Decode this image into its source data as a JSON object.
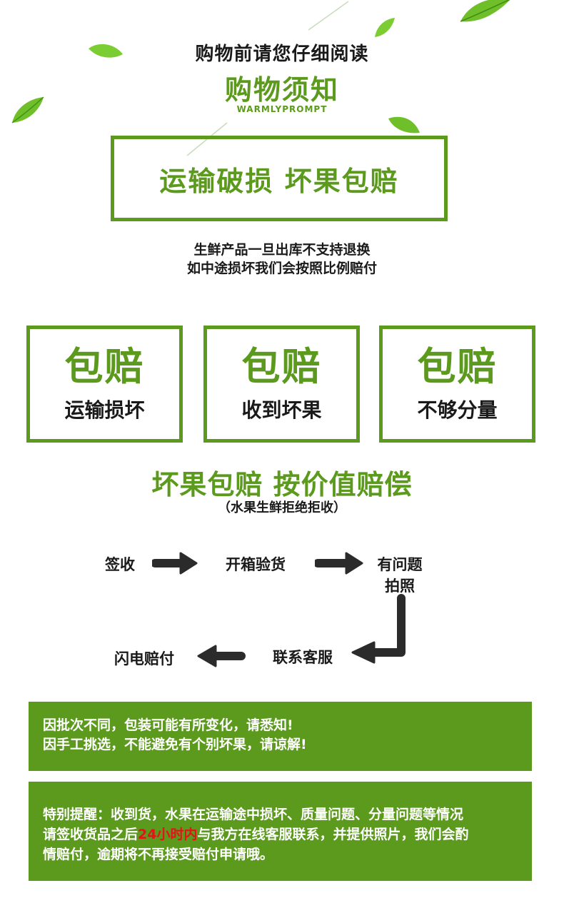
{
  "header": {
    "subtitle": "购物前请您仔细阅读",
    "title": "购物须知",
    "english": "WARMLYPROMPT"
  },
  "hero": {
    "text": "运输破损 坏果包赔"
  },
  "notice": {
    "line1": "生鲜产品一旦出库不支持退换",
    "line2": "如中途损坏我们会按照比例赔付"
  },
  "cards": [
    {
      "big": "包赔",
      "small": "运输损坏"
    },
    {
      "big": "包赔",
      "small": "收到坏果"
    },
    {
      "big": "包赔",
      "small": "不够分量"
    }
  ],
  "slogan": {
    "text": "坏果包赔 按价值赔偿",
    "sub": "（水果生鲜拒绝拒收）"
  },
  "flow": {
    "step1": "签收",
    "step2": "开箱验货",
    "step3_line1": "有问题",
    "step3_line2": "拍照",
    "step4": "联系客服",
    "step5": "闪电赔付"
  },
  "box1": {
    "line1": "因批次不同，包装可能有所变化，请悉知!",
    "line2": "因手工挑选，不能避免有个别坏果，请谅解!"
  },
  "box2": {
    "line1": "特别提醒：收到货，水果在运输途中损坏、质量问题、分量问题等情况",
    "line2_pre": "请签收货品之后",
    "line2_red": "24小时内",
    "line2_post": "与我方在线客服联系，并提供照片，我们会酌",
    "line3": "情赔付，逾期将不再接受赔付申请哦。"
  },
  "colors": {
    "brand_green": "#5c9a1d",
    "alert_red": "#e8101a",
    "arrow_dark": "#2b2b2b"
  }
}
